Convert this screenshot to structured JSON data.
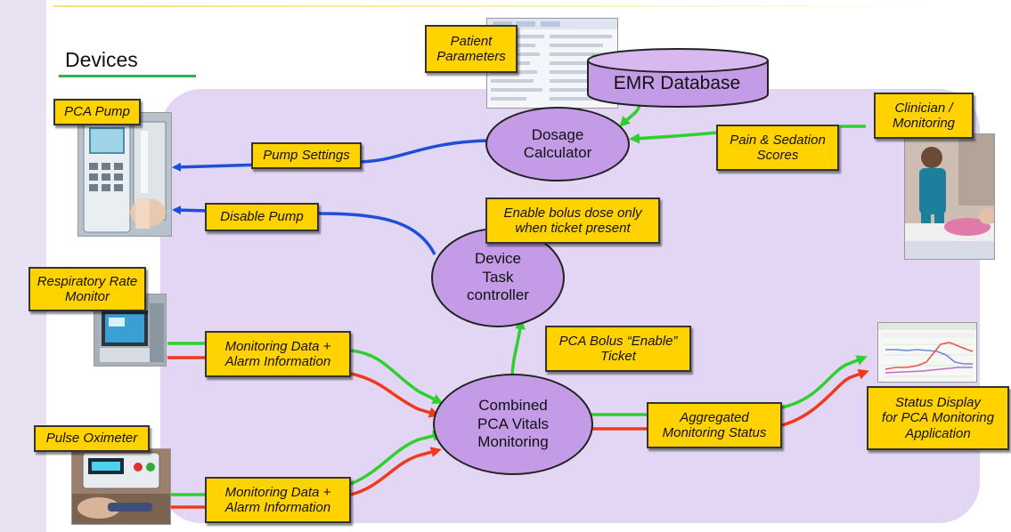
{
  "slide": {
    "title": "Devices"
  },
  "database": {
    "label": "EMR Database"
  },
  "nodes": {
    "dosage_calculator": "Dosage\nCalculator",
    "device_task_controller": "Device\nTask\ncontroller",
    "combined_monitoring": "Combined\nPCA Vitals\nMonitoring"
  },
  "labels": {
    "patient_parameters": "Patient\nParameters",
    "pca_pump": "PCA Pump",
    "pump_settings": "Pump Settings",
    "disable_pump": "Disable Pump",
    "enable_bolus_note": "Enable bolus dose only\nwhen ticket present",
    "clinician_monitoring": "Clinician /\nMonitoring",
    "pain_sedation_scores": "Pain & Sedation\nScores",
    "respiratory_rate_monitor": "Respiratory Rate\nMonitor",
    "monitoring_data_1": "Monitoring Data +\nAlarm Information",
    "pca_bolus_ticket": "PCA Bolus “Enable”\nTicket",
    "aggregated_status": "Aggregated\nMonitoring Status",
    "status_display": "Status Display\nfor PCA Monitoring\nApplication",
    "pulse_oximeter": "Pulse Oximeter",
    "monitoring_data_2": "Monitoring Data +\nAlarm Information"
  },
  "colors": {
    "flow_blue": "#1e4fd8",
    "flow_green": "#2fcf2f",
    "flow_red": "#ee3a1c",
    "label_yellow": "#ffd200",
    "node_purple": "#c49be6",
    "region_lavender": "#e3d6f4"
  },
  "icons": {
    "pca_pump": "infusion-pump-photo",
    "respiratory_monitor": "monitor-photo",
    "pulse_oximeter": "oximeter-photo",
    "clinician": "nurse-with-patient-photo",
    "status_display": "line-chart-screenshot",
    "patient_parameters": "form-screenshot"
  }
}
